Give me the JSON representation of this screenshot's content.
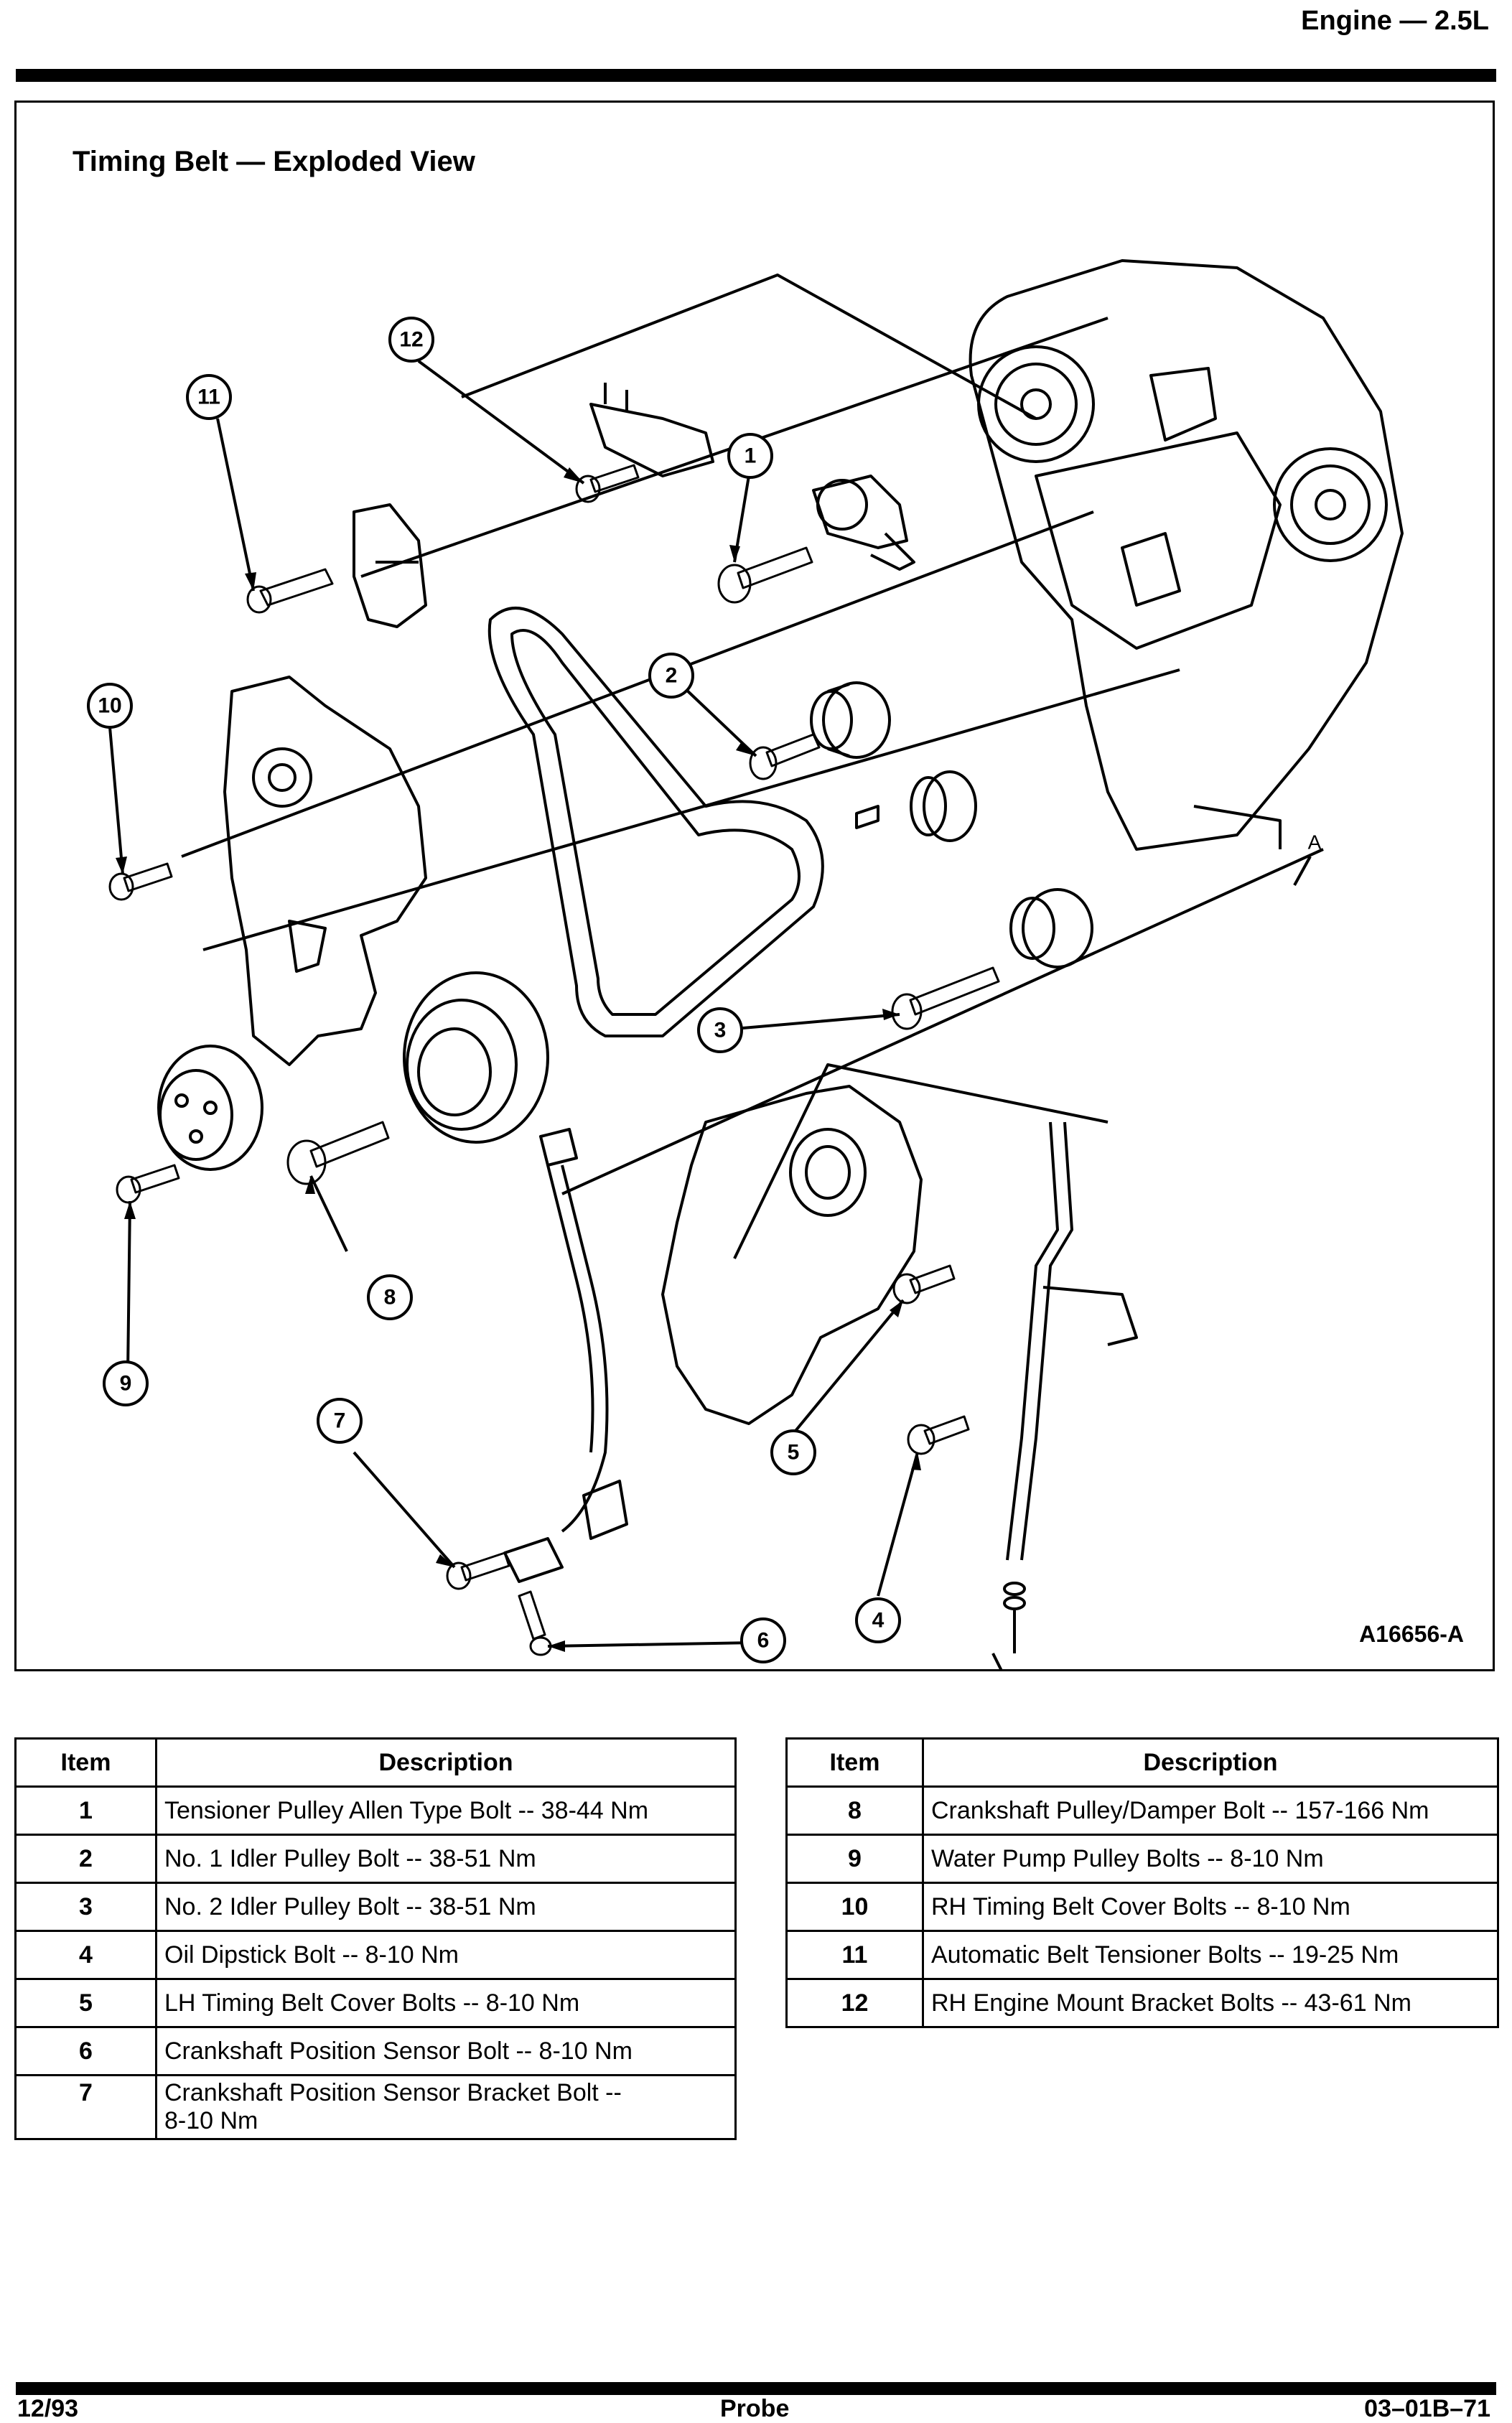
{
  "header": {
    "title": "Engine — 2.5L"
  },
  "figure": {
    "title": "Timing Belt — Exploded View",
    "id": "A16656-A",
    "callouts": [
      "1",
      "2",
      "3",
      "4",
      "5",
      "6",
      "7",
      "8",
      "9",
      "10",
      "11",
      "12"
    ],
    "ref_letter": "A"
  },
  "table": {
    "headers": {
      "item": "Item",
      "description": "Description"
    },
    "left_rows": [
      {
        "item": "1",
        "desc": "Tensioner Pulley Allen Type Bolt -- 38-44 Nm"
      },
      {
        "item": "2",
        "desc": "No. 1 Idler Pulley Bolt -- 38-51 Nm"
      },
      {
        "item": "3",
        "desc": "No. 2 Idler Pulley Bolt -- 38-51 Nm"
      },
      {
        "item": "4",
        "desc": "Oil Dipstick Bolt -- 8-10 Nm"
      },
      {
        "item": "5",
        "desc": "LH Timing Belt Cover Bolts -- 8-10 Nm"
      },
      {
        "item": "6",
        "desc": "Crankshaft Position Sensor Bolt -- 8-10 Nm"
      },
      {
        "item": "7",
        "desc": "Crankshaft Position Sensor Bracket Bolt --",
        "desc2": "8-10 Nm"
      }
    ],
    "right_rows": [
      {
        "item": "8",
        "desc": "Crankshaft Pulley/Damper Bolt -- 157-166 Nm"
      },
      {
        "item": "9",
        "desc": "Water Pump Pulley Bolts -- 8-10 Nm"
      },
      {
        "item": "10",
        "desc": "RH Timing Belt Cover Bolts -- 8-10 Nm"
      },
      {
        "item": "11",
        "desc": "Automatic Belt Tensioner Bolts -- 19-25 Nm"
      },
      {
        "item": "12",
        "desc": "RH Engine Mount Bracket Bolts -- 43-61 Nm"
      }
    ]
  },
  "footer": {
    "left": "12/93",
    "center": "Probe",
    "right": "03–01B–71"
  }
}
